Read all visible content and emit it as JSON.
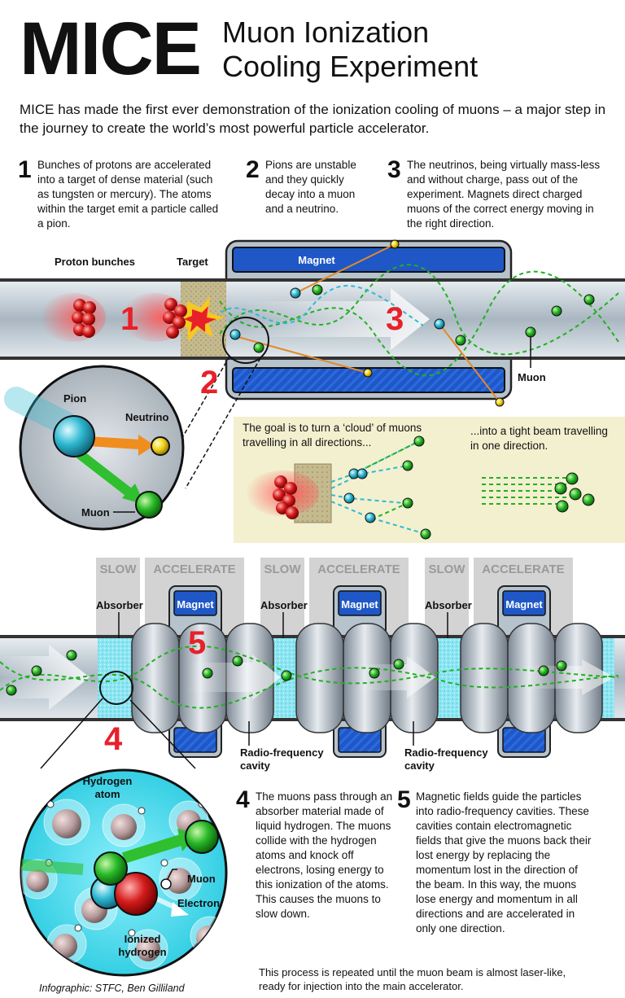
{
  "title": {
    "main": "MICE",
    "line1": "Muon Ionization",
    "line2": "Cooling Experiment"
  },
  "intro": "MICE has made the first ever demonstration of the ionization cooling of muons – a major step in the journey to create the world’s most powerful particle accelerator.",
  "steps": [
    {
      "num": "1",
      "text": "Bunches of protons are accelerated into a target of dense material (such as tungsten or mercury). The atoms within the target emit a particle called a pion."
    },
    {
      "num": "2",
      "text": "Pions are unstable and they quickly decay into a muon and a neutrino."
    },
    {
      "num": "3",
      "text": "The neutrinos, being virtually mass-less and without charge, pass out of the experiment. Magnets direct charged muons of the correct energy moving in the right direction."
    },
    {
      "num": "4",
      "text": "The muons pass through an absorber material made of liquid hydrogen. The muons collide with the hydrogen atoms and knock off electrons, losing energy to this ionization of the atoms. This causes the muons to slow down."
    },
    {
      "num": "5",
      "text": "Magnetic fields guide the particles into radio-frequency cavities. These cavities contain electromagnetic fields that give the muons back their lost energy by replacing the momentum lost in the direction of the beam. In this way, the muons lose energy and momentum in all directions and are accelerated in only one direction."
    }
  ],
  "diagram1": {
    "proton_bunches": "Proton bunches",
    "target": "Target",
    "magnet": "Magnet",
    "muon": "Muon",
    "marks": [
      "1",
      "2",
      "3"
    ],
    "inset": {
      "pion": "Pion",
      "neutrino": "Neutrino",
      "muon": "Muon"
    }
  },
  "goal_box": {
    "left": "The goal is to turn a ‘cloud’ of muons travelling in all directions...",
    "right": "...into a tight beam travelling in one direction."
  },
  "diagram2": {
    "tags": [
      "SLOW",
      "ACCELERATE",
      "SLOW",
      "ACCELERATE",
      "SLOW",
      "ACCELERATE"
    ],
    "absorber": "Absorber",
    "magnet": "Magnet",
    "rf_cavity": "Radio-frequency cavity",
    "marks": [
      "4",
      "5"
    ],
    "inset": {
      "hydrogen_atom": "Hydrogen atom",
      "muon": "Muon",
      "electron": "Electron",
      "ionized_hydrogen": "Ionized hydrogen"
    }
  },
  "final_text": "This process is repeated until the muon beam is almost laser-like, ready for injection into the main accelerator.",
  "credit": "Infographic: STFC, Ben Gilliland",
  "colors": {
    "magnet": "#1f57c7",
    "muon": "#22b022",
    "pion": "#2fb6cc",
    "neutrino": "#f2d21a",
    "proton": "#d61d1d",
    "number_red": "#e8202a",
    "goal_bg": "#f2f0cf",
    "hydrogen": "#4fd8ea"
  }
}
